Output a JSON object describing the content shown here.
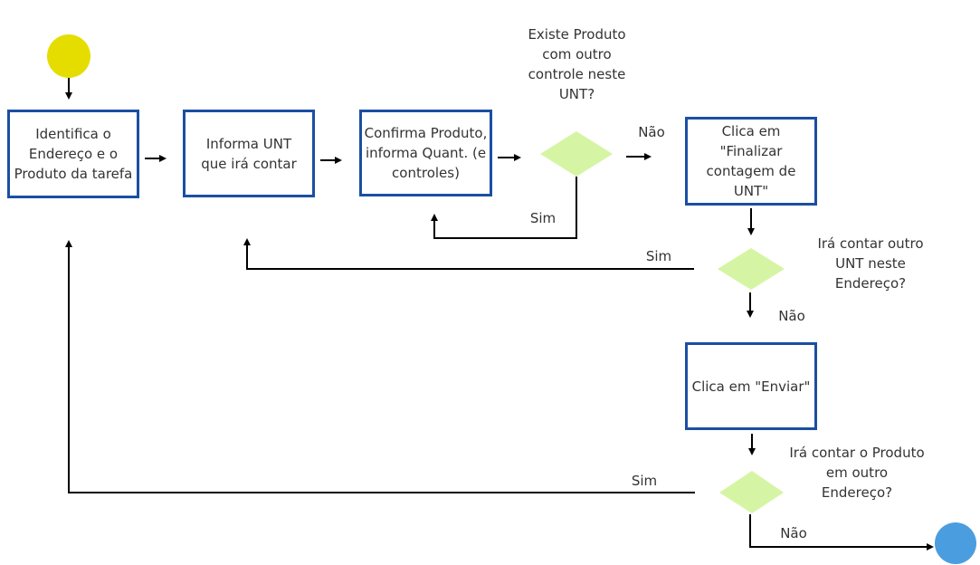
{
  "colors": {
    "box_border": "#1a4fa3",
    "decision_fill": "#d5f5a4",
    "start_node": "#e6dd00",
    "end_node": "#4a9ee0",
    "line": "#000000",
    "text": "#333333"
  },
  "nodes": {
    "start": {
      "shape": "circle"
    },
    "identifica": {
      "label": "Identifica o Endereço e o Produto da tarefa"
    },
    "informa_unt": {
      "label": "Informa UNT que irá contar"
    },
    "confirma": {
      "label": "Confirma Produto, informa Quant. (e controles)"
    },
    "finalizar": {
      "label": "Clica em \"Finalizar contagem de UNT\""
    },
    "enviar": {
      "label": "Clica em \"Enviar\""
    },
    "end": {
      "shape": "circle"
    }
  },
  "decisions": {
    "d1": {
      "question": "Existe Produto com outro controle neste UNT?"
    },
    "d2": {
      "question": "Irá contar outro UNT neste Endereço?"
    },
    "d3": {
      "question": "Irá contar o Produto em outro Endereço?"
    }
  },
  "edges": {
    "d1_nao": "Não",
    "d1_sim": "Sim",
    "d2_sim": "Sim",
    "d2_nao": "Não",
    "d3_sim": "Sim",
    "d3_nao": "Não"
  }
}
